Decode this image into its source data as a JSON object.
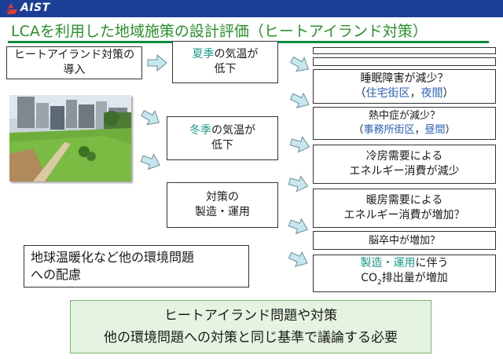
{
  "header": {
    "logo_text": "AIST",
    "brand_color": "#1b3f97"
  },
  "title": "LCAを利用した地域施策の設計評価（ヒートアイランド対策）",
  "left": {
    "intro_box": [
      "ヒートアイランド対策の",
      "導入"
    ],
    "global_box": [
      "地球温暖化など他の環境問題",
      "への配慮"
    ]
  },
  "middle": {
    "summer": {
      "highlight": "夏季",
      "rest": "の気温が",
      "line2": "低下"
    },
    "winter": {
      "highlight": "冬季",
      "rest": "の気温が",
      "line2": "低下"
    },
    "production": [
      "対策の",
      "製造・運用"
    ]
  },
  "right": {
    "sleep": {
      "line1": "睡眠障害が減少？",
      "open": "（",
      "area1": "住宅街区",
      "sep": "，",
      "area2": "夜間",
      "close": "）"
    },
    "heatstroke": {
      "line1": "熱中症が減少？",
      "open": "（",
      "area1": "事務所街区",
      "sep": "，",
      "area2": "昼間",
      "close": "）"
    },
    "cooling": [
      "冷房需要による",
      "エネルギー消費が減少"
    ],
    "heating": [
      "暖房需要による",
      "エネルギー消費が増加？"
    ],
    "stroke": "脳卒中が増加？",
    "co2": {
      "highlight": "製造・運用",
      "rest": "に伴う",
      "pre": "CO",
      "sub": "2",
      "post": "排出量が増加"
    }
  },
  "bottom": {
    "line1": "ヒートアイランド問題や対策",
    "line2": "他の環境問題への対策と同じ基準で議論する必要"
  },
  "colors": {
    "accent": "#1a9a8a",
    "area": "#2b5fb8",
    "arrow": "#bfe0e8",
    "title": "#2a8f2a"
  }
}
